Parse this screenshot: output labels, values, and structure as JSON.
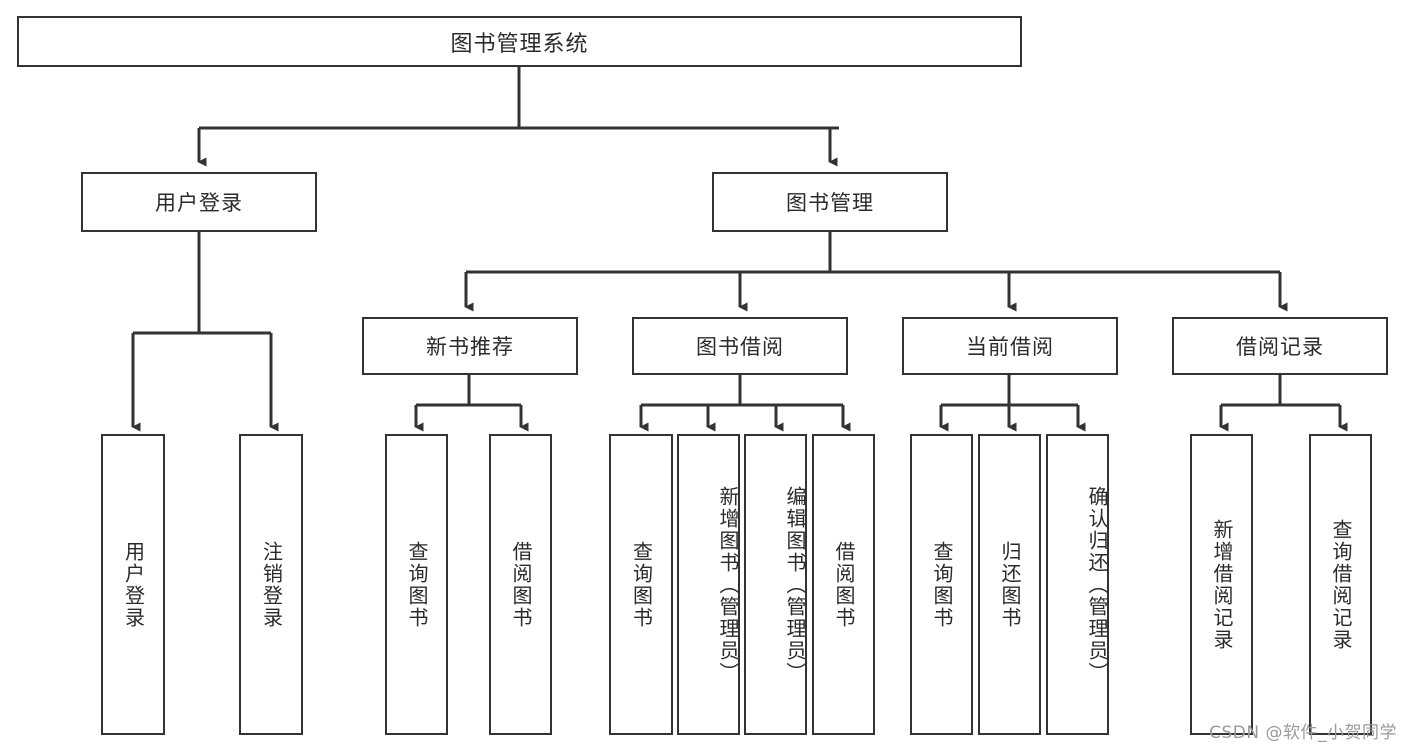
{
  "diagram": {
    "title": "图书管理系统",
    "type": "tree",
    "watermark": "CSDN @软件_小贺同学",
    "colors": {
      "box_border": "#333333",
      "box_fill": "#ffffff",
      "connector": "#333333",
      "text": "#2b2b2b",
      "watermark": "#9a9a9a"
    },
    "nodes": {
      "root": {
        "label": "图书管理系统"
      },
      "level2": [
        {
          "id": "user-login",
          "label": "用户登录"
        },
        {
          "id": "book-manage",
          "label": "图书管理"
        }
      ],
      "level3": [
        {
          "id": "new-book-rec",
          "label": "新书推荐"
        },
        {
          "id": "book-borrow",
          "label": "图书借阅"
        },
        {
          "id": "current-borrow",
          "label": "当前借阅"
        },
        {
          "id": "borrow-record",
          "label": "借阅记录"
        }
      ],
      "leaves": [
        {
          "id": "leaf-user-login",
          "label": "用户登录",
          "parent": "user-login"
        },
        {
          "id": "leaf-logout",
          "label": "注销登录",
          "parent": "user-login"
        },
        {
          "id": "leaf-query-book-1",
          "label": "查询图书",
          "parent": "new-book-rec"
        },
        {
          "id": "leaf-borrow-book-1",
          "label": "借阅图书",
          "parent": "new-book-rec"
        },
        {
          "id": "leaf-query-book-2",
          "label": "查询图书",
          "parent": "book-borrow"
        },
        {
          "id": "leaf-add-book",
          "label": "新增图书（管理员）",
          "parent": "book-borrow"
        },
        {
          "id": "leaf-edit-book",
          "label": "编辑图书（管理员）",
          "parent": "book-borrow"
        },
        {
          "id": "leaf-borrow-book-2",
          "label": "借阅图书",
          "parent": "book-borrow"
        },
        {
          "id": "leaf-query-book-3",
          "label": "查询图书",
          "parent": "current-borrow"
        },
        {
          "id": "leaf-return-book",
          "label": "归还图书",
          "parent": "current-borrow"
        },
        {
          "id": "leaf-confirm-return",
          "label": "确认归还（管理员）",
          "parent": "current-borrow"
        },
        {
          "id": "leaf-add-record",
          "label": "新增借阅记录",
          "parent": "borrow-record"
        },
        {
          "id": "leaf-query-record",
          "label": "查询借阅记录",
          "parent": "borrow-record"
        }
      ]
    }
  }
}
